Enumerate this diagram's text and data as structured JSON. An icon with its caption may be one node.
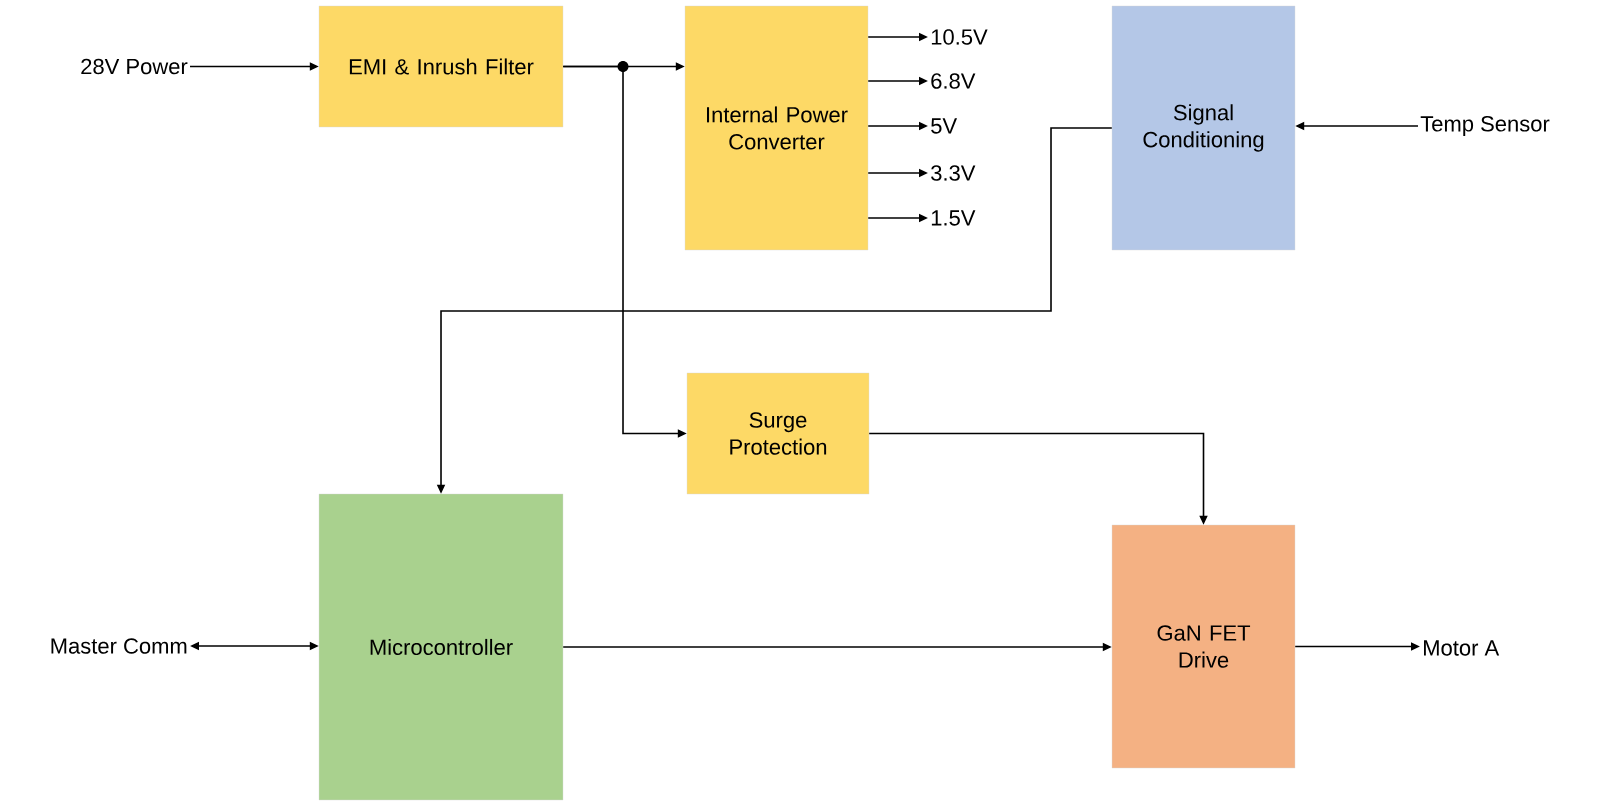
{
  "diagram": {
    "nodes": [
      {
        "text": [
          "28V Power"
        ]
      },
      {
        "text": [
          "EMI & Inrush Filter"
        ]
      },
      {
        "text": [
          "Internal Power Converter"
        ]
      },
      {
        "text": [
          "10.5V"
        ]
      },
      {
        "text": [
          "6.8V"
        ]
      },
      {
        "text": [
          "5V"
        ]
      },
      {
        "text": [
          "3.3V"
        ]
      },
      {
        "text": [
          "1.5V"
        ]
      },
      {
        "text": [
          "Signal Conditioning"
        ]
      },
      {
        "text": [
          "Temp Sensor"
        ]
      },
      {
        "text": [
          "Surge Protection"
        ]
      },
      {
        "text": [
          "Master Comm"
        ]
      },
      {
        "text": [
          "Microcontroller"
        ]
      },
      {
        "text": [
          "GaN FET Drive"
        ]
      },
      {
        "text": [
          "Motor A"
        ]
      }
    ],
    "edges": [
      {
        "from": 0,
        "to": 1,
        "arrow": "to"
      },
      {
        "from": 1,
        "to": 2,
        "arrow": "to"
      },
      {
        "from": 1,
        "to": 10,
        "arrow": "to"
      },
      {
        "from": 2,
        "to": 3,
        "arrow": "to"
      },
      {
        "from": 2,
        "to": 4,
        "arrow": "to"
      },
      {
        "from": 2,
        "to": 5,
        "arrow": "to"
      },
      {
        "from": 2,
        "to": 6,
        "arrow": "to"
      },
      {
        "from": 2,
        "to": 7,
        "arrow": "to"
      },
      {
        "from": 9,
        "to": 8,
        "arrow": "to"
      },
      {
        "from": 8,
        "to": 12,
        "arrow": "to"
      },
      {
        "from": 10,
        "to": 13,
        "arrow": "to"
      },
      {
        "from": 11,
        "to": 12,
        "arrow": "both"
      },
      {
        "from": 12,
        "to": 13,
        "arrow": "to"
      },
      {
        "from": 13,
        "to": 14,
        "arrow": "to"
      }
    ]
  }
}
